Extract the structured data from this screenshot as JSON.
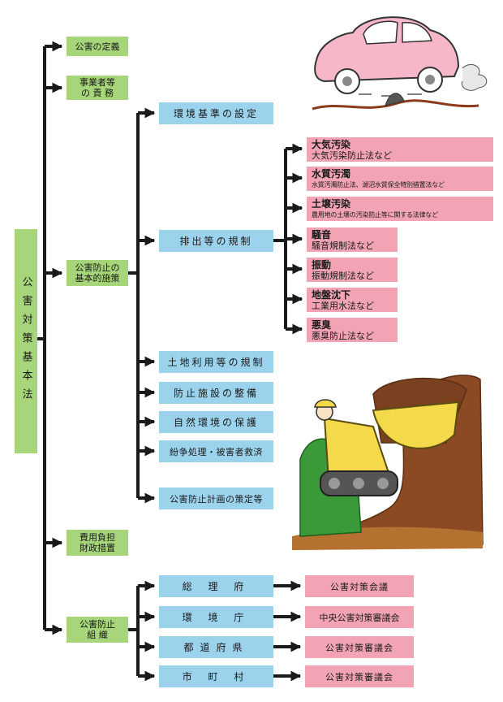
{
  "root": {
    "label": "公害対策基本法"
  },
  "level1": [
    {
      "label": "公害の定義"
    },
    {
      "label": "事業者等\nの 責 務"
    },
    {
      "label": "公害防止の\n基本的施策"
    },
    {
      "label": "費用負担\n財政措置"
    },
    {
      "label": "公害防止\n組 織"
    }
  ],
  "measures": [
    {
      "label": "環境基準の設定"
    },
    {
      "label": "排出等の規制"
    },
    {
      "label": "土地利用等の規制"
    },
    {
      "label": "防止施設の整備"
    },
    {
      "label": "自然環境の保護"
    },
    {
      "label": "紛争処理・被害者救済"
    },
    {
      "label": "公害防止計画の策定等"
    }
  ],
  "regulations": [
    {
      "title": "大気汚染",
      "law": "大気汚染防止法など"
    },
    {
      "title": "水質汚濁",
      "law": "水質汚濁防止法、湖沼水質保全特別措置法など"
    },
    {
      "title": "土壌汚染",
      "law": "農用地の土壌の汚染防止等に関する法律など"
    },
    {
      "title": "騒音",
      "law": "騒音規制法など"
    },
    {
      "title": "振動",
      "law": "振動規制法など"
    },
    {
      "title": "地盤沈下",
      "law": "工業用水法など"
    },
    {
      "title": "悪臭",
      "law": "悪臭防止法など"
    }
  ],
  "organizations": [
    {
      "agency": "総 理 府",
      "council": "公害対策会議"
    },
    {
      "agency": "環 境 庁",
      "council": "中央公害対策審議会"
    },
    {
      "agency": "都道府県",
      "council": "公害対策審議会"
    },
    {
      "agency": "市 町 村",
      "council": "公害対策審議会"
    }
  ],
  "colors": {
    "green": "#a6d57a",
    "blue": "#9cd3ec",
    "pink": "#f2a3b4",
    "line": "#1a1a1a"
  },
  "illustrations": [
    "car-exhaust-illustration",
    "bulldozer-illustration"
  ]
}
